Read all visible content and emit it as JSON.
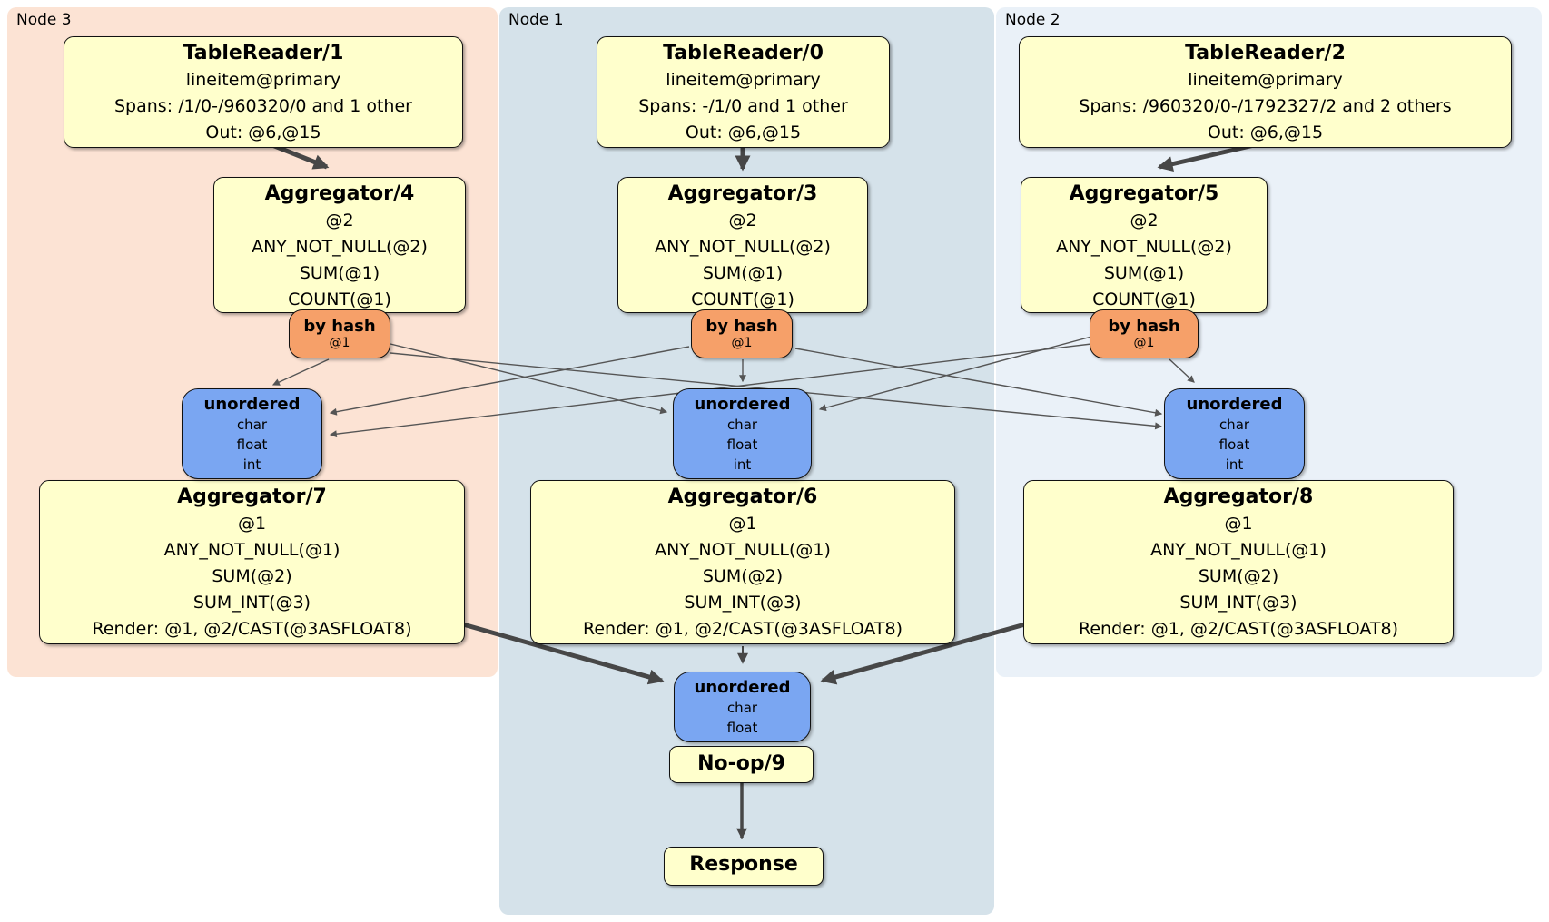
{
  "regions": {
    "node3": {
      "label": "Node 3"
    },
    "node1": {
      "label": "Node 1"
    },
    "node2": {
      "label": "Node 2"
    }
  },
  "processors": {
    "tablereader1": {
      "title": "TableReader/1",
      "lines": [
        "lineitem@primary",
        "Spans: /1/0-/960320/0 and 1 other",
        "Out: @6,@15"
      ]
    },
    "tablereader0": {
      "title": "TableReader/0",
      "lines": [
        "lineitem@primary",
        "Spans: -/1/0 and 1 other",
        "Out: @6,@15"
      ]
    },
    "tablereader2": {
      "title": "TableReader/2",
      "lines": [
        "lineitem@primary",
        "Spans: /960320/0-/1792327/2 and 2 others",
        "Out: @6,@15"
      ]
    },
    "aggregator4": {
      "title": "Aggregator/4",
      "lines": [
        "@2",
        "ANY_NOT_NULL(@2)",
        "SUM(@1)",
        "COUNT(@1)"
      ]
    },
    "aggregator3": {
      "title": "Aggregator/3",
      "lines": [
        "@2",
        "ANY_NOT_NULL(@2)",
        "SUM(@1)",
        "COUNT(@1)"
      ]
    },
    "aggregator5": {
      "title": "Aggregator/5",
      "lines": [
        "@2",
        "ANY_NOT_NULL(@2)",
        "SUM(@1)",
        "COUNT(@1)"
      ]
    },
    "aggregator7": {
      "title": "Aggregator/7",
      "lines": [
        "@1",
        "ANY_NOT_NULL(@1)",
        "SUM(@2)",
        "SUM_INT(@3)",
        "Render: @1, @2/CAST(@3ASFLOAT8)"
      ]
    },
    "aggregator6": {
      "title": "Aggregator/6",
      "lines": [
        "@1",
        "ANY_NOT_NULL(@1)",
        "SUM(@2)",
        "SUM_INT(@3)",
        "Render: @1, @2/CAST(@3ASFLOAT8)"
      ]
    },
    "aggregator8": {
      "title": "Aggregator/8",
      "lines": [
        "@1",
        "ANY_NOT_NULL(@1)",
        "SUM(@2)",
        "SUM_INT(@3)",
        "Render: @1, @2/CAST(@3ASFLOAT8)"
      ]
    },
    "noop9": {
      "title": "No-op/9"
    },
    "response": {
      "title": "Response"
    }
  },
  "routers": {
    "byhash_node3": {
      "title": "by hash",
      "lines": [
        "@1"
      ]
    },
    "byhash_node1": {
      "title": "by hash",
      "lines": [
        "@1"
      ]
    },
    "byhash_node2": {
      "title": "by hash",
      "lines": [
        "@1"
      ]
    }
  },
  "streams": {
    "unordered_node3": {
      "title": "unordered",
      "lines": [
        "char",
        "float",
        "int"
      ]
    },
    "unordered_node1": {
      "title": "unordered",
      "lines": [
        "char",
        "float",
        "int"
      ]
    },
    "unordered_node2": {
      "title": "unordered",
      "lines": [
        "char",
        "float",
        "int"
      ]
    },
    "unordered_final": {
      "title": "unordered",
      "lines": [
        "char",
        "float"
      ]
    }
  },
  "colors": {
    "node3_bg": "#fce3d4",
    "node1_bg": "#d5e2ea",
    "node2_bg": "#eaf1f8",
    "processor_fill": "#ffffcc",
    "router_fill": "#f6a069",
    "stream_fill": "#7aa6f2",
    "edge_thick": "#474747",
    "edge_thin": "#555555"
  }
}
